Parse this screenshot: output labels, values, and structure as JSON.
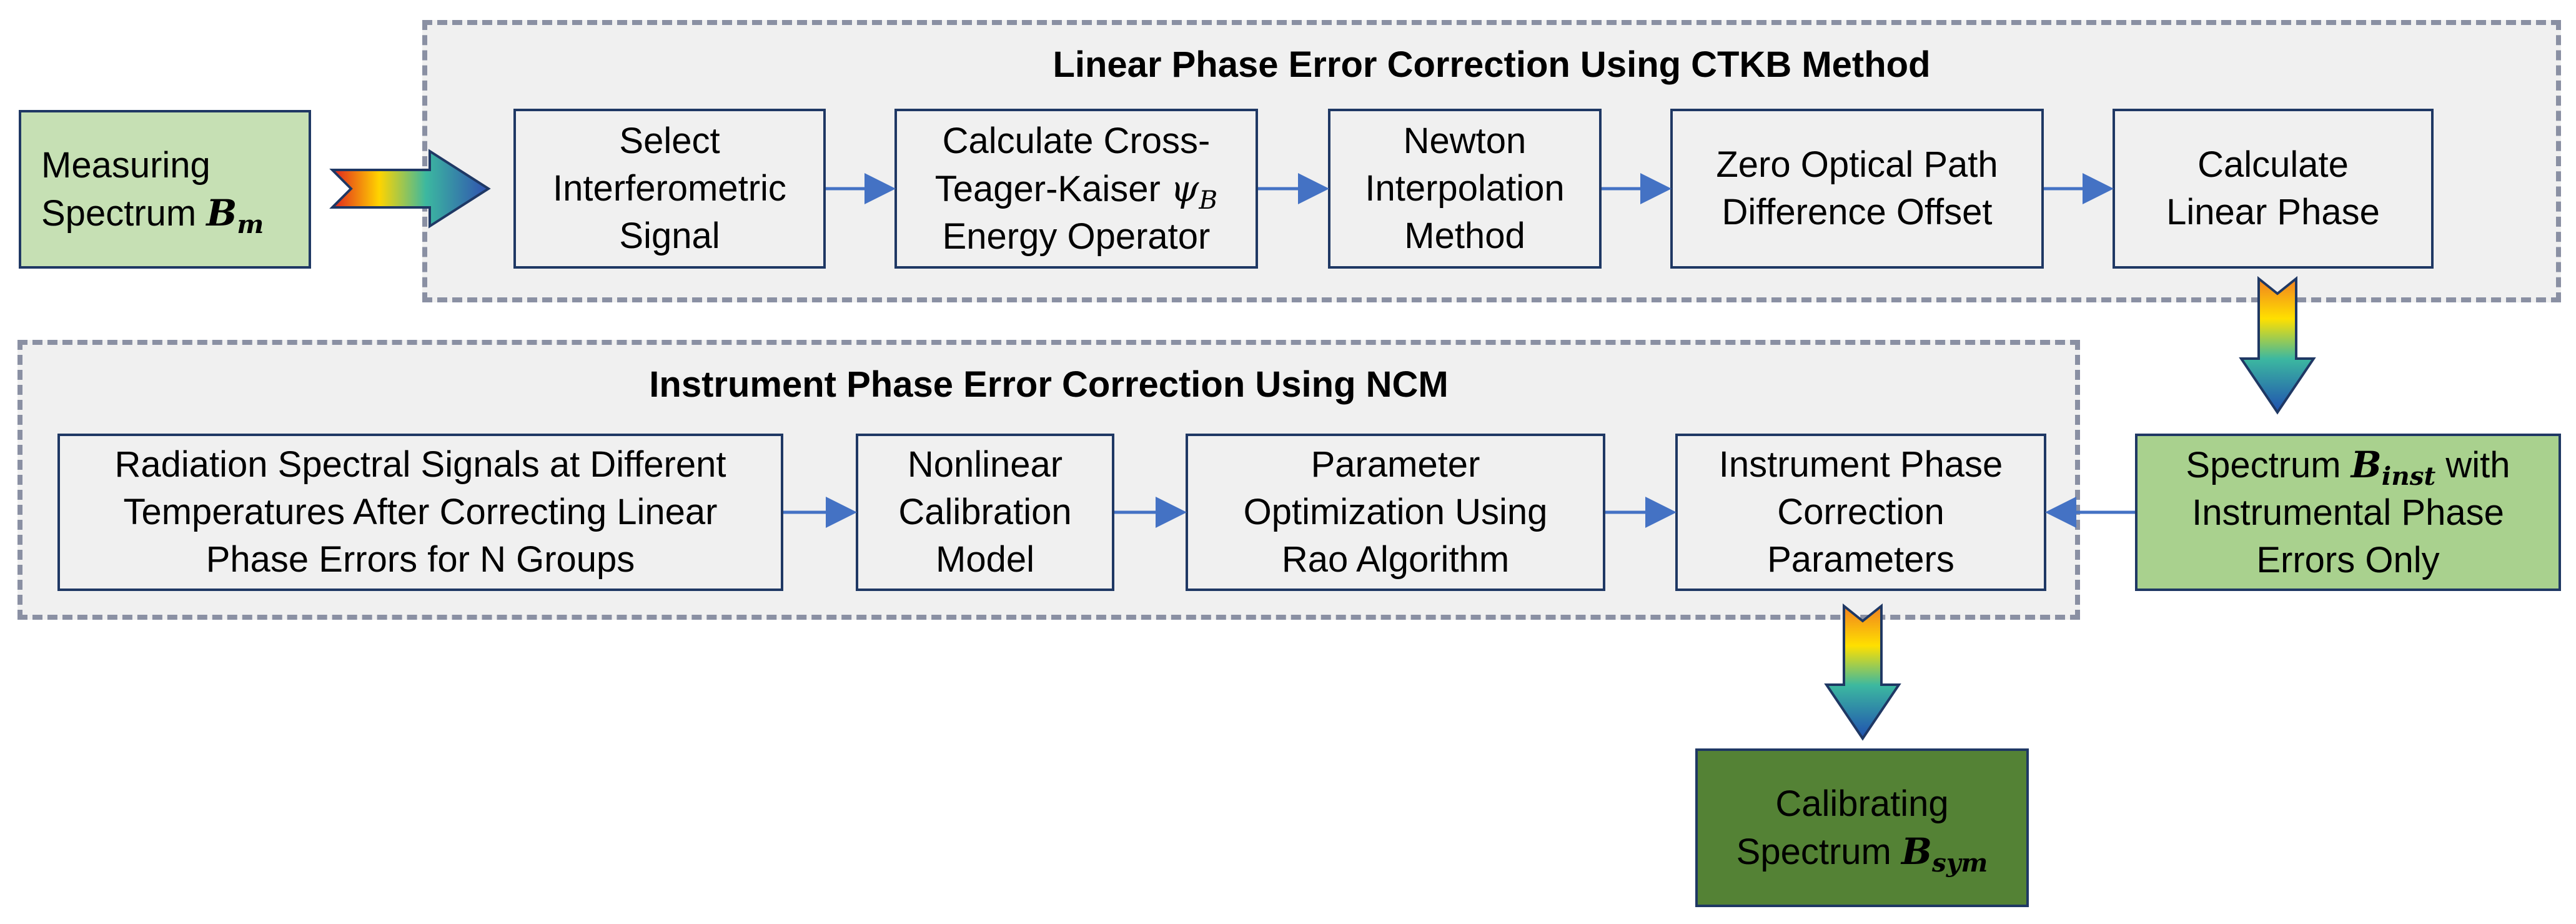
{
  "panels": {
    "top": {
      "title": "Linear Phase Error Correction Using CTKB Method"
    },
    "bottom": {
      "title": "Instrument Phase Error Correction Using NCM"
    }
  },
  "inputs": {
    "measuring": {
      "line1": "Measuring",
      "line2_text": "Spectrum ",
      "symbol": "B",
      "subscript": "m"
    }
  },
  "top_steps": [
    {
      "lines": [
        "Select",
        "Interferometric",
        "Signal"
      ]
    },
    {
      "line1": "Calculate Cross-",
      "line2_text": "Teager-Kaiser ",
      "symbol": "ψ",
      "subscript": "B",
      "line3": "Energy Operator"
    },
    {
      "lines": [
        "Newton",
        "Interpolation",
        "Method"
      ]
    },
    {
      "lines": [
        "Zero Optical Path",
        "Difference Offset"
      ]
    },
    {
      "lines": [
        "Calculate",
        "Linear Phase"
      ]
    }
  ],
  "bottom_steps": [
    {
      "lines": [
        "Radiation Spectral Signals at Different",
        "Temperatures After Correcting Linear",
        "Phase Errors for N Groups"
      ]
    },
    {
      "lines": [
        "Nonlinear",
        "Calibration",
        "Model"
      ]
    },
    {
      "lines": [
        "Parameter",
        "Optimization Using",
        "Rao Algorithm"
      ]
    },
    {
      "lines": [
        "Instrument Phase",
        "Correction",
        "Parameters"
      ]
    }
  ],
  "inst_spectrum": {
    "line1_prefix": "Spectrum ",
    "symbol": "B",
    "subscript": "inst",
    "line1_suffix": " with",
    "line2": "Instrumental Phase",
    "line3": "Errors Only"
  },
  "output": {
    "line1": "Calibrating",
    "line2_text": "Spectrum ",
    "symbol": "B",
    "subscript": "sym"
  },
  "colors": {
    "box_border": "#1f3864",
    "connector": "#4472c4",
    "panel_border": "#8a90a3",
    "input_fill": "#c6e0b4",
    "inst_fill": "#a9d18e",
    "output_fill": "#548235"
  }
}
